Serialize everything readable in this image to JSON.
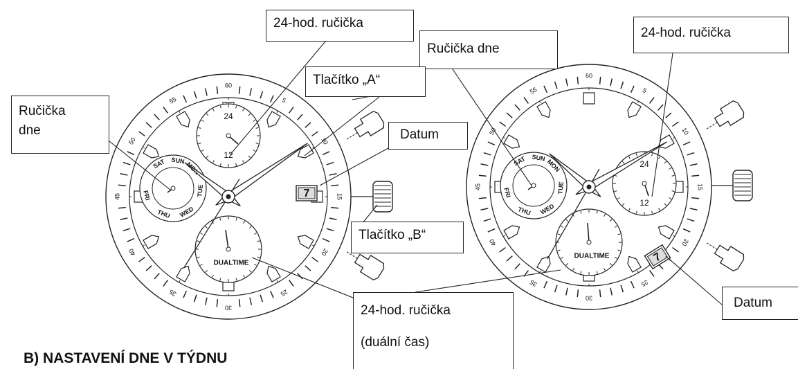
{
  "labels": {
    "hour24_top_left": "24-hod. ručička",
    "day_hand_top": "Ručička dne",
    "button_a": "Tlačítko „A“",
    "day_hand_left_line1": "Ručička",
    "day_hand_left_line2": "dne",
    "date_left": "Datum",
    "button_b": "Tlačítko „B“",
    "hour24_dual_line1": "24-hod. ručička",
    "hour24_dual_line2": "(duální čas)",
    "hour24_top_right": "24-hod. ručička",
    "date_right": "Datum"
  },
  "section_heading": "B)   NASTAVENÍ DNE V TÝDNU",
  "watch_left": {
    "date_value": "7",
    "subdial_24h": [
      "24",
      "12"
    ],
    "weekdays": [
      "SAT",
      "SUN",
      "MON",
      "TUE",
      "WED",
      "THU",
      "FRI"
    ],
    "subdial_dual": "DUALTIME",
    "bezel_numbers": [
      "60",
      "5",
      "10",
      "15",
      "20",
      "25",
      "30",
      "35",
      "40",
      "45",
      "50",
      "55"
    ]
  },
  "watch_right": {
    "date_value": "7",
    "subdial_24h": [
      "24",
      "12"
    ],
    "weekdays": [
      "SAT",
      "SUN",
      "MON",
      "TUE",
      "WED",
      "THU",
      "FRI"
    ],
    "subdial_dual": "DUALTIME",
    "bezel_numbers": [
      "60",
      "5",
      "10",
      "15",
      "20",
      "25",
      "30",
      "35",
      "40",
      "45",
      "50",
      "55"
    ]
  }
}
